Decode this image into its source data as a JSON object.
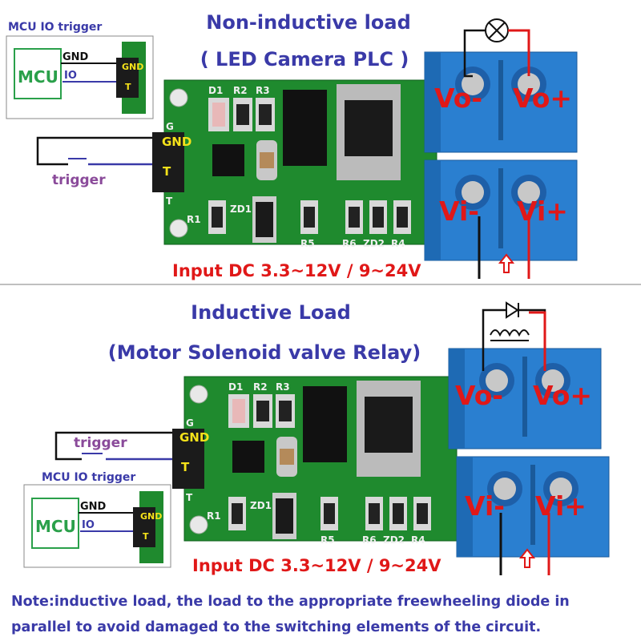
{
  "top_panel": {
    "title": "Non-inductive load",
    "subtitle": "( LED Camera PLC )",
    "input_label": "Input DC 3.3~12V / 9~24V",
    "mcu_box": {
      "heading": "MCU IO trigger",
      "mcu": "MCU",
      "gnd": "GND",
      "io": "IO",
      "pin_gnd": "GND",
      "pin_t": "T"
    },
    "trigger_label": "trigger",
    "pin_gnd": "GND",
    "pin_t": "T",
    "load_icon": "lamp-icon"
  },
  "bottom_panel": {
    "title": "Inductive Load",
    "subtitle": "(Motor Solenoid valve Relay)",
    "input_label": "Input DC 3.3~12V / 9~24V",
    "mcu_box": {
      "heading": "MCU IO trigger",
      "mcu": "MCU",
      "gnd": "GND",
      "io": "IO",
      "pin_gnd": "GND",
      "pin_t": "T"
    },
    "trigger_label": "trigger",
    "pin_gnd": "GND",
    "pin_t": "T",
    "load_icon": "coil-with-diode-icon"
  },
  "terminals": {
    "vo_minus": "Vo-",
    "vo_plus": "Vo+",
    "vi_minus": "Vi-",
    "vi_plus": "Vi+"
  },
  "silkscreen": {
    "d1": "D1",
    "r2": "R2",
    "r3": "R3",
    "r1": "R1",
    "zd1": "ZD1",
    "r5": "R5",
    "r6": "R6",
    "zd2": "ZD2",
    "r4": "R4",
    "g": "G",
    "t": "T"
  },
  "note": {
    "line1": "Note:inductive load, the load to the appropriate freewheeling diode in",
    "line2": "parallel to avoid damaged to the switching elements of the circuit."
  },
  "colors": {
    "pcb": "#1f8a2e",
    "terminal": "#2a7fd0",
    "title": "#3a3aa8",
    "red_label": "#e01818",
    "pin_label": "#f5e21a"
  }
}
